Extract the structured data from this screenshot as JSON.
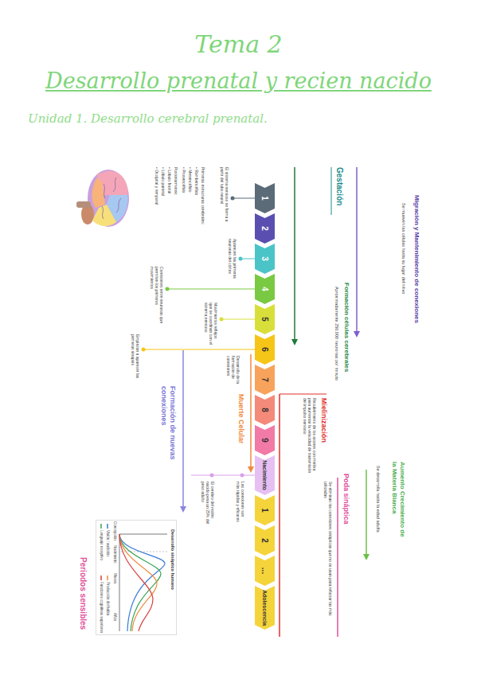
{
  "diagram": {
    "title": "Tema 2",
    "nodes": [
      {
        "text": [
          "1"
        ]
      },
      {
        "text": [
          "2"
        ]
      },
      {
        "text": [
          "3"
        ]
      },
      {
        "text": [
          "4"
        ]
      },
      {
        "text": [
          "5"
        ]
      },
      {
        "text": [
          "6"
        ]
      },
      {
        "text": [
          "7"
        ]
      },
      {
        "text": [
          "8"
        ]
      },
      {
        "text": [
          "9"
        ]
      },
      {
        "text": [
          "Nacimiento"
        ]
      },
      {
        "text": [
          "1"
        ]
      },
      {
        "text": [
          "2"
        ]
      },
      {
        "text": [
          "..."
        ]
      },
      {
        "text": [
          "Adolescencia"
        ]
      }
    ],
    "labels": [
      "Desarrollo prenatal y recien nacido",
      "Unidad 1. Desarrollo cerebral prenatal.",
      "Migración y Mantenimiento de conexiones",
      "Se mueven las células hasta su lugar definitivo",
      "Gestación",
      "Formación células cerebrales",
      "Aproximadamente 250.000 neuronas por minuto",
      "Aumento Crecimiento de la Materia Blanca",
      "Se desarrolla hasta la edad adulta",
      "Mielinización",
      "Recubrimiento de los axones con mielina para aumentar la velocidad de transmisión del impulso nervioso",
      "Poda sináptica",
      "Se eliminan las conexiones sinápticas que no se usan para reforzar las más utilizadas",
      "El sistema nervioso se forma a partir del tubo neural",
      "Primeras estructuras cerebrales:",
      "• Rombencéfalo",
      "• Mesencéfalo",
      "• Prosencéfalo",
      "Posteriormente:",
      "• Lóbulo frontal",
      "• Lóbulo parietal",
      "• Occipital y temporal",
      "Aparecen las primeras neuronas del córtex",
      "Conexiones entre neuronas que permiten los primeros movimientos",
      "Movimientos reflejos que se coordinan con el sistema nervioso",
      "Desarrollo de la formación de conexiones",
      "Empiezan a aparecer las primeras sinapsis",
      "Muerte Celular",
      "Las conexiones son más rápidas y eficaces",
      "El cerebro del recién nacido pesa un 25% del peso adulto",
      "Formación de nuevas conexiones",
      "Periodos sensibles",
      "Desarrollo sináptico humano",
      "Concepción",
      "Nacimiento",
      "Meses",
      "Años"
    ],
    "legend": [
      {
        "text": "Visión / audición"
      },
      {
        "text": "Lenguaje receptivo"
      },
      {
        "text": "Producción del habla"
      },
      {
        "text": "Funciones cognitivas superiores"
      }
    ]
  }
}
